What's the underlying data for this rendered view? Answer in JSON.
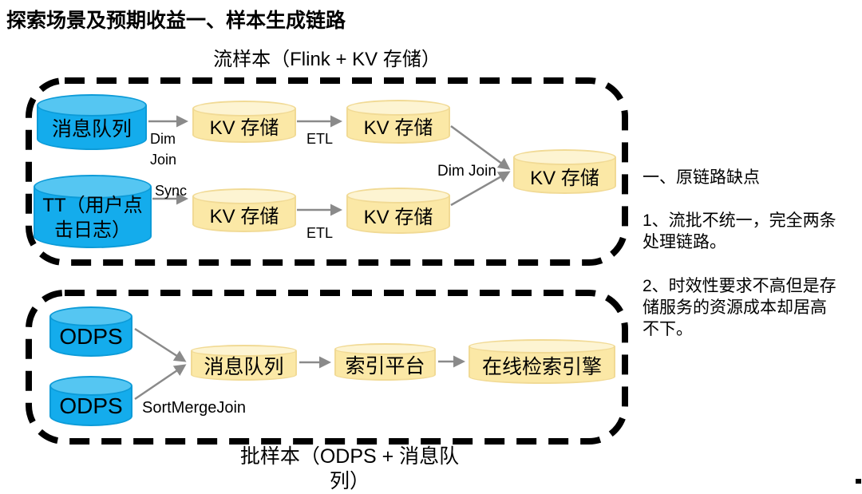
{
  "page_title": "探索场景及预期收益一、样本生成链路",
  "stream": {
    "title": "流样本（Flink + KV 存储）",
    "nodes": {
      "message_queue": "消息队列",
      "tt_log": "TT（用户点\n击日志）",
      "kv_store": "KV 存储"
    },
    "edges": {
      "dim_join": "Dim\nJoin",
      "sync": "Sync",
      "etl_top": "ETL",
      "etl_bottom": "ETL",
      "dim_join_merge": "Dim  Join"
    }
  },
  "batch": {
    "title": "批样本（ODPS + 消息队\n列）",
    "nodes": {
      "odps_a": "ODPS",
      "odps_b": "ODPS",
      "message_queue": "消息队列",
      "index_platform": "索引平台",
      "online_search_engine": "在线检索引擎"
    },
    "edges": {
      "sort_merge_join": "SortMergeJoin"
    }
  },
  "notes": {
    "heading": "一、原链路缺点",
    "item1": "1、流批不统一，完全两条\n处理链路。",
    "item2": "2、时效性要求不高但是存\n储服务的资源成本却居高\n不下。"
  },
  "colors": {
    "blue-top": "#55C6F2",
    "blue-body": "#14ACEC",
    "blue-edge": "#0C9BD8",
    "yellow-top": "#FDF4D2",
    "yellow-body": "#FBE8A6",
    "yellow-edge": "#F1DA95",
    "arrow": "#8A8A8A",
    "box-border": "#000000",
    "text": "#000000"
  }
}
